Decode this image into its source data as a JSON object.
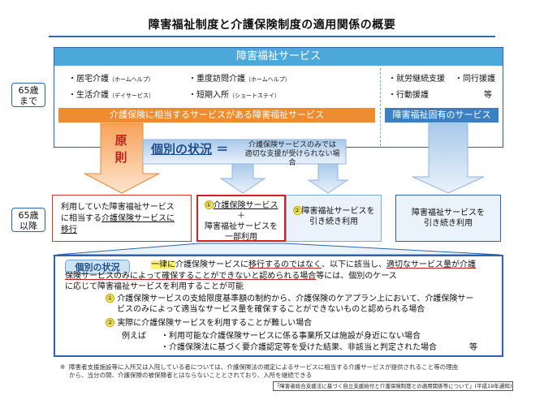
{
  "title": "障害福祉制度と介護保険制度の適用関係の概要",
  "header": "障害福祉サービス",
  "age_before": [
    "65歳",
    "まで"
  ],
  "age_after": [
    "65歳",
    "以降"
  ],
  "services_left": [
    {
      "name": "・居宅介護",
      "sub": "（ホームヘルプ）"
    },
    {
      "name": "・重度訪問介護",
      "sub": "（ホームヘルプ）"
    },
    {
      "name": "・生活介護",
      "sub": "（デイサービス）"
    },
    {
      "name": "・短期入所",
      "sub": "（ショートステイ）"
    }
  ],
  "services_right": [
    "・就労継続支援",
    "・同行援護",
    "・行動援護",
    "等"
  ],
  "orange_bar": "介護保険に相当するサービスがある障害福祉サービス",
  "blue_bar": "障害福祉固有のサービス",
  "gensoku": [
    "原",
    "則"
  ],
  "kobetsu_heading": "個別の状況",
  "kobetsu_eq": "＝",
  "kobetsu_cond": [
    "介護保険サービスのみでは",
    "適切な支援が受けられない場合"
  ],
  "box_red1": [
    "利用していた障害福祉サービス",
    "に相当する介護保険サービスに",
    "移行"
  ],
  "box_red2": {
    "num": "①",
    "line1": "介護保険サービス",
    "plus": "＋",
    "line2": "障害福祉サービスを",
    "line3": "一部利用"
  },
  "box_blue1": {
    "num": "②",
    "line1": "障害福祉サービスを",
    "line2": "引き続き利用"
  },
  "box_blue2": [
    "障害福祉サービスを",
    "引き続き利用"
  ],
  "detail": {
    "label": "個別の状況",
    "p1a": "一律に",
    "p1b": "介護保険サービスに",
    "p1c": "移行するのではなく",
    "p1d": "、以下に該当し、",
    "p1e": "適切なサービス量が介護",
    "p1f": "保険サービスのみによって確保することができないと認められる場合",
    "p1g": "等には、個別のケース",
    "p1h": "に応じて障害福祉サービスを利用することが可能",
    "item1_num": "①",
    "item1a": "介護保険サービスの支給限度基準額の制約から、介護保険のケアプラン上において、介護保険サー",
    "item1b": "ビスのみによって適当なサービス量を確保することができないものと認められる場合",
    "item2_num": "②",
    "item2": "実際に介護保険サービスを利用することが難しい場合",
    "ex_label": "例えば",
    "ex1": "・利用可能な介護保険サービスに係る事業所又は施設が身近にない場合",
    "ex2": "・介護保険法に基づく要介護認定等を受けた結果、非該当と判定された場合",
    "ex_etc": "等"
  },
  "note_mark": "※",
  "note": [
    "障害者支援施設等に入所又は入院している者については、介護保険法の規定によるサービスに相当する介護サービスが提供されること等の理由",
    "から、当分の間、介護保険の被保険者とはならないこととされており、入所を継続できる"
  ],
  "source": "「障害者総合支援法に基づく自立支援給付と介護保険制度との適用関係等について」(平成19年通知)",
  "colors": {
    "blue": "#2a66b0",
    "light_blue": "#4ba8d9",
    "orange": "#ef8c2f",
    "red": "#d42020",
    "yellow": "#fff46a"
  }
}
